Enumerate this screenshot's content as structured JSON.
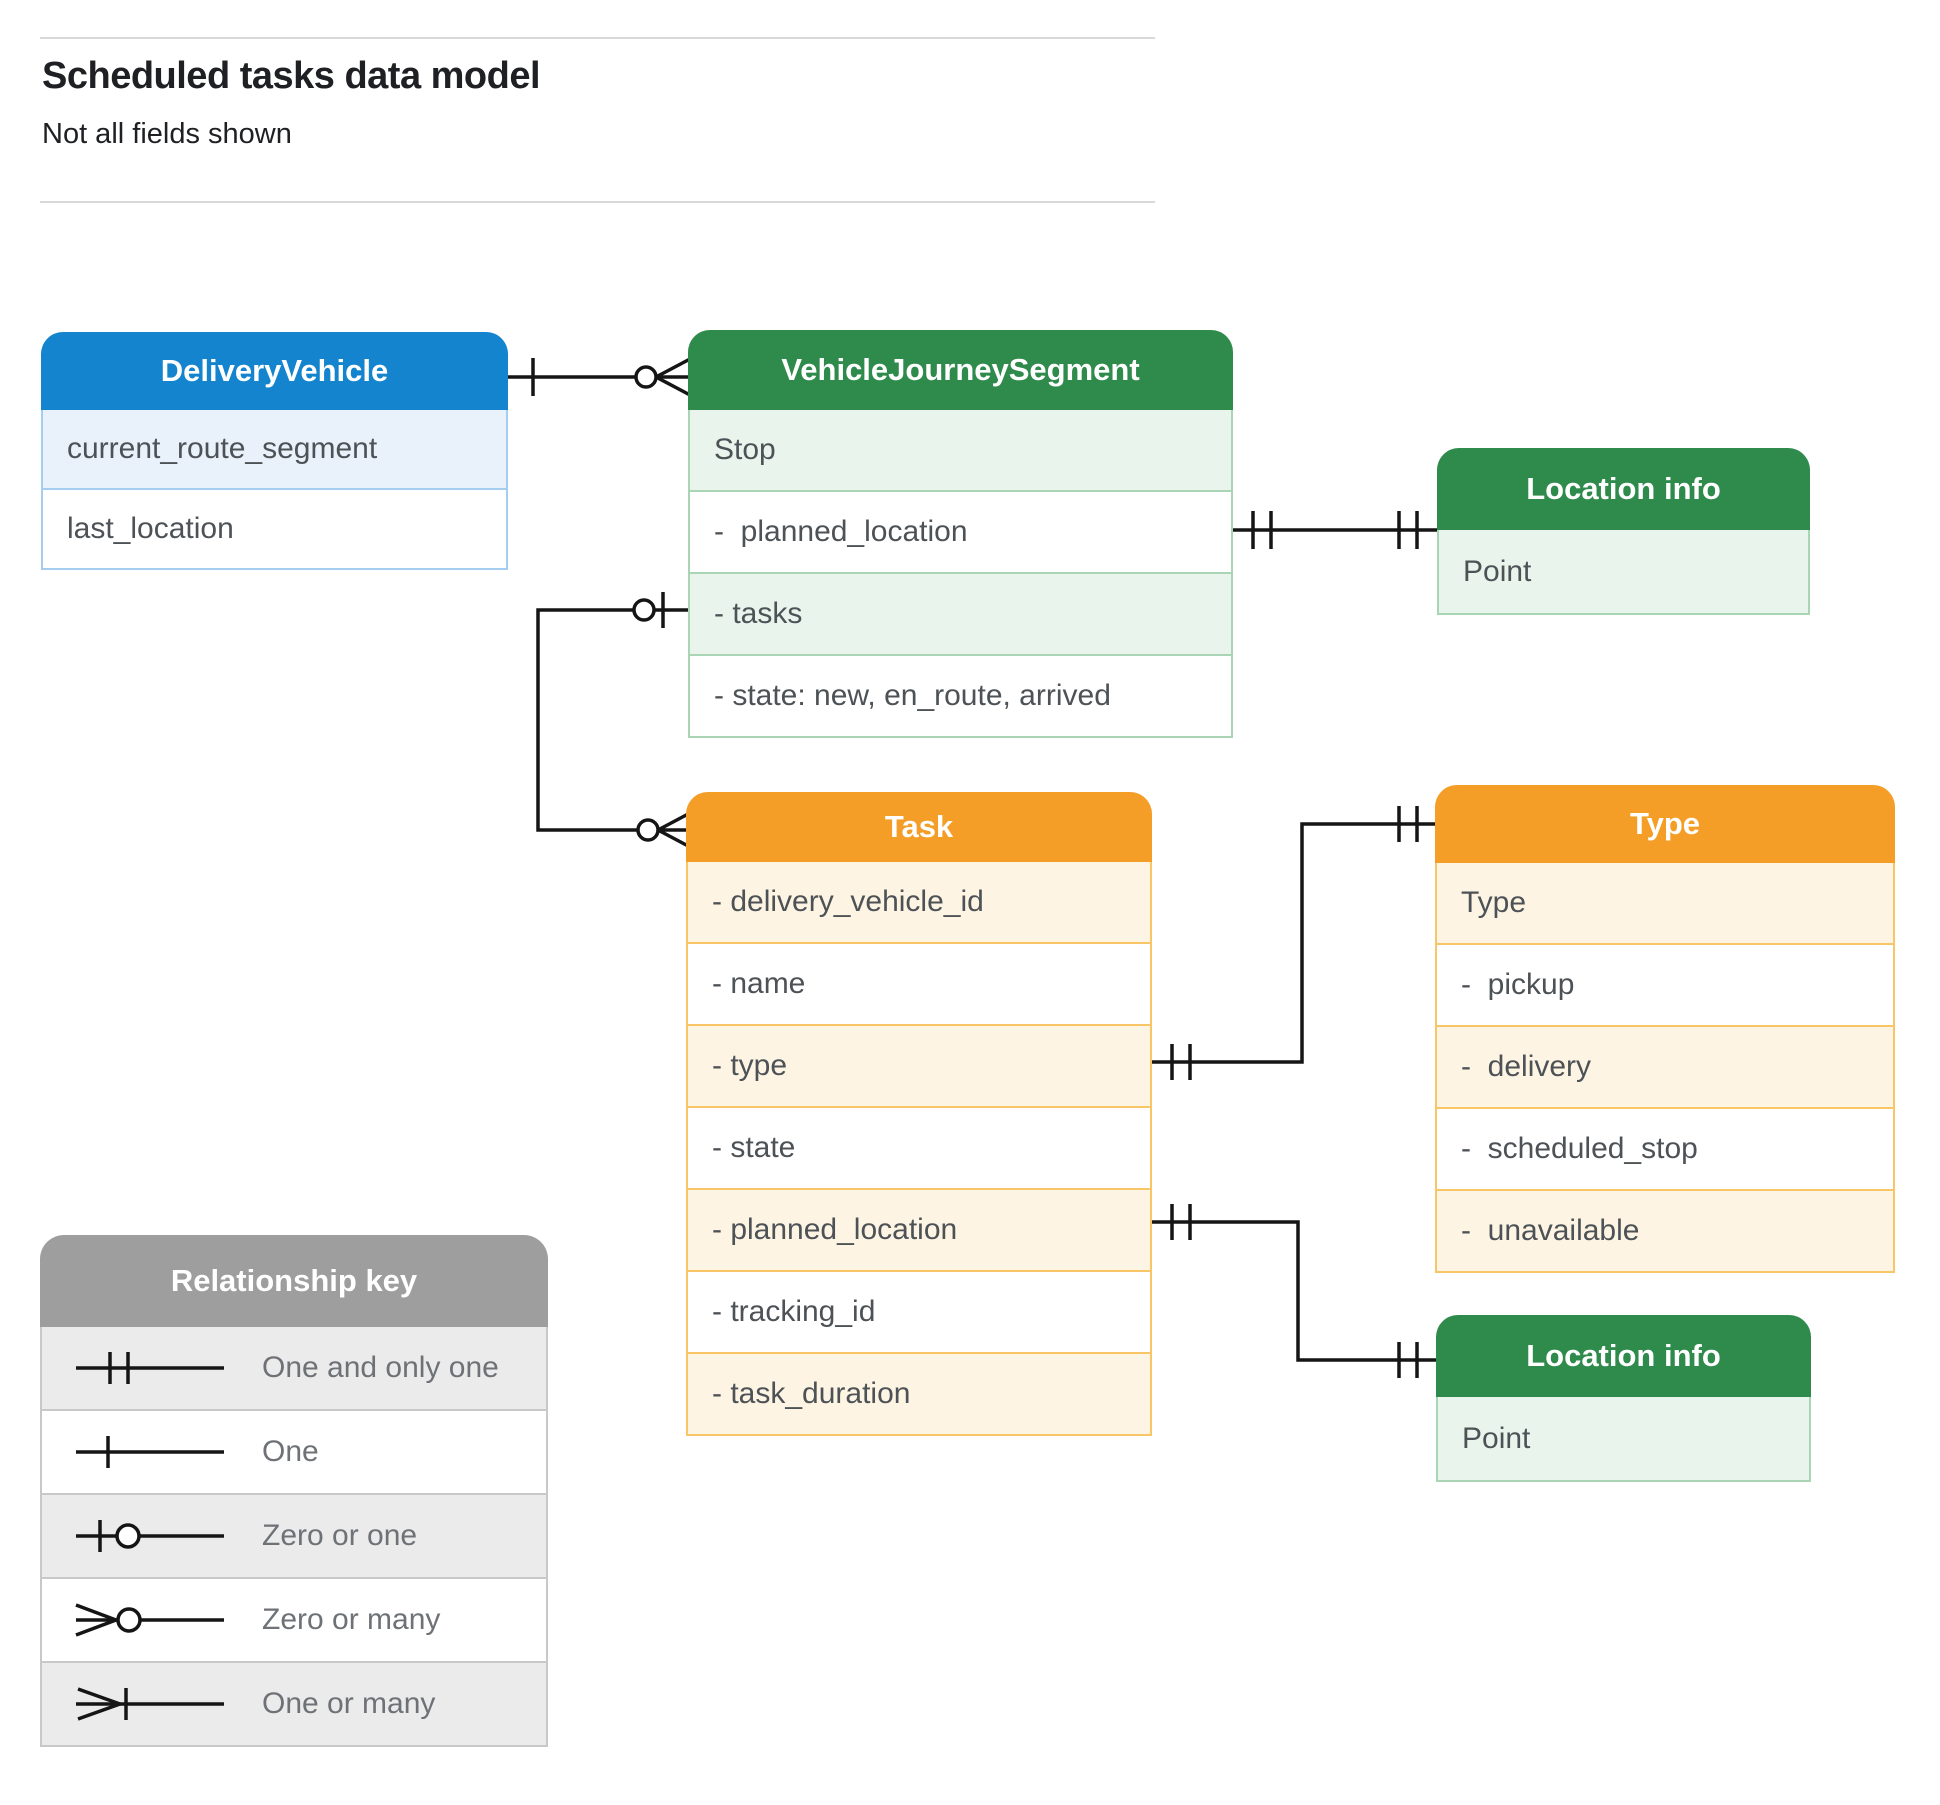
{
  "page": {
    "title": "Scheduled tasks data model",
    "subtitle": "Not all fields shown"
  },
  "entities": [
    {
      "id": "delivery-vehicle",
      "name": "DeliveryVehicle",
      "theme": "blue",
      "rows": [
        "current_route_segment",
        "last_location"
      ]
    },
    {
      "id": "vehicle-journey-segment",
      "name": "VehicleJourneySegment",
      "theme": "green",
      "rows": [
        "Stop",
        "-  planned_location",
        "- tasks",
        "- state: new, en_route, arrived"
      ]
    },
    {
      "id": "location-info-top",
      "name": "Location info",
      "theme": "green",
      "rows": [
        "Point"
      ]
    },
    {
      "id": "task",
      "name": "Task",
      "theme": "orange",
      "rows": [
        "- delivery_vehicle_id",
        "- name",
        "- type",
        "- state",
        "- planned_location",
        "- tracking_id",
        "- task_duration"
      ]
    },
    {
      "id": "type",
      "name": "Type",
      "theme": "orange",
      "rows": [
        "Type",
        "-  pickup",
        "-  delivery",
        "-  scheduled_stop",
        "-  unavailable"
      ]
    },
    {
      "id": "location-info-bottom",
      "name": "Location info",
      "theme": "green",
      "rows": [
        "Point"
      ]
    }
  ],
  "relationships": [
    {
      "from": "DeliveryVehicle",
      "to": "VehicleJourneySegment",
      "from_symbol": "one",
      "to_symbol": "zero-or-many"
    },
    {
      "from": "VehicleJourneySegment.planned_location",
      "to": "Location info (top)",
      "from_symbol": "one-and-only-one",
      "to_symbol": "one-and-only-one"
    },
    {
      "from": "VehicleJourneySegment.tasks",
      "to": "Task",
      "from_symbol": "zero-or-one",
      "to_symbol": "zero-or-many"
    },
    {
      "from": "Task.type",
      "to": "Type",
      "from_symbol": "one-and-only-one",
      "to_symbol": "one-and-only-one"
    },
    {
      "from": "Task.planned_location",
      "to": "Location info (bottom)",
      "from_symbol": "one-and-only-one",
      "to_symbol": "one-and-only-one"
    }
  ],
  "legend": {
    "title": "Relationship key",
    "items": [
      {
        "symbol": "one-and-only-one",
        "label": "One and only one"
      },
      {
        "symbol": "one",
        "label": "One"
      },
      {
        "symbol": "zero-or-one",
        "label": "Zero or one"
      },
      {
        "symbol": "zero-or-many",
        "label": "Zero or many"
      },
      {
        "symbol": "one-or-many",
        "label": "One or many"
      }
    ]
  },
  "colors": {
    "blue_header": "#1384cd",
    "blue_tint": "#e9f1fb",
    "green_header": "#2f8b4c",
    "green_tint": "#e9f4ec",
    "orange_header": "#f59e27",
    "orange_tint": "#fdf4e3",
    "gray_header": "#9e9e9e",
    "gray_tint": "#ebebeb",
    "line": "#151515",
    "row_text": "#4d5256"
  }
}
